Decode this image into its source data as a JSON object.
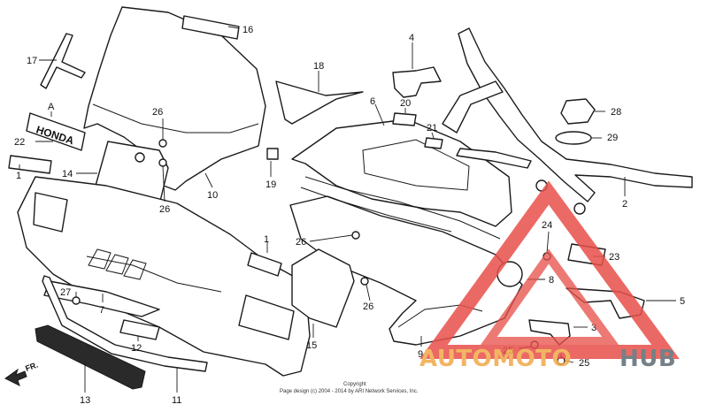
{
  "diagram": {
    "callouts": {
      "c1a": "1",
      "c1b": "1",
      "c2": "2",
      "c3": "3",
      "c4": "4",
      "c5": "5",
      "c7": "7",
      "c8": "8",
      "c9": "9",
      "c10": "10",
      "c11": "11",
      "c12": "12",
      "c13": "13",
      "c14": "14",
      "c15": "15",
      "c16": "16",
      "c17": "17",
      "c18": "18",
      "c19": "19",
      "c20": "20",
      "c21": "21",
      "c22": "22",
      "c23": "23",
      "c24": "24",
      "c25a": "25",
      "c25b": "25",
      "c26a": "26",
      "c26b": "26",
      "c26c": "26",
      "c26d": "26",
      "c27": "27",
      "c28": "28",
      "c29": "29",
      "c6": "6",
      "cA": "A"
    },
    "emblem_text": "HONDA",
    "direction_label": "FR.",
    "copyright_line1": "Copyright",
    "copyright_line2": "Page design (c) 2004 - 2014 by ARI Network Services, Inc."
  },
  "watermark": {
    "word1": "AUTOMOTO",
    "word2": "HUB",
    "color_primary": "#e8504a",
    "color_secondary": "#f2a94a",
    "color_tertiary": "#5f6b73"
  }
}
